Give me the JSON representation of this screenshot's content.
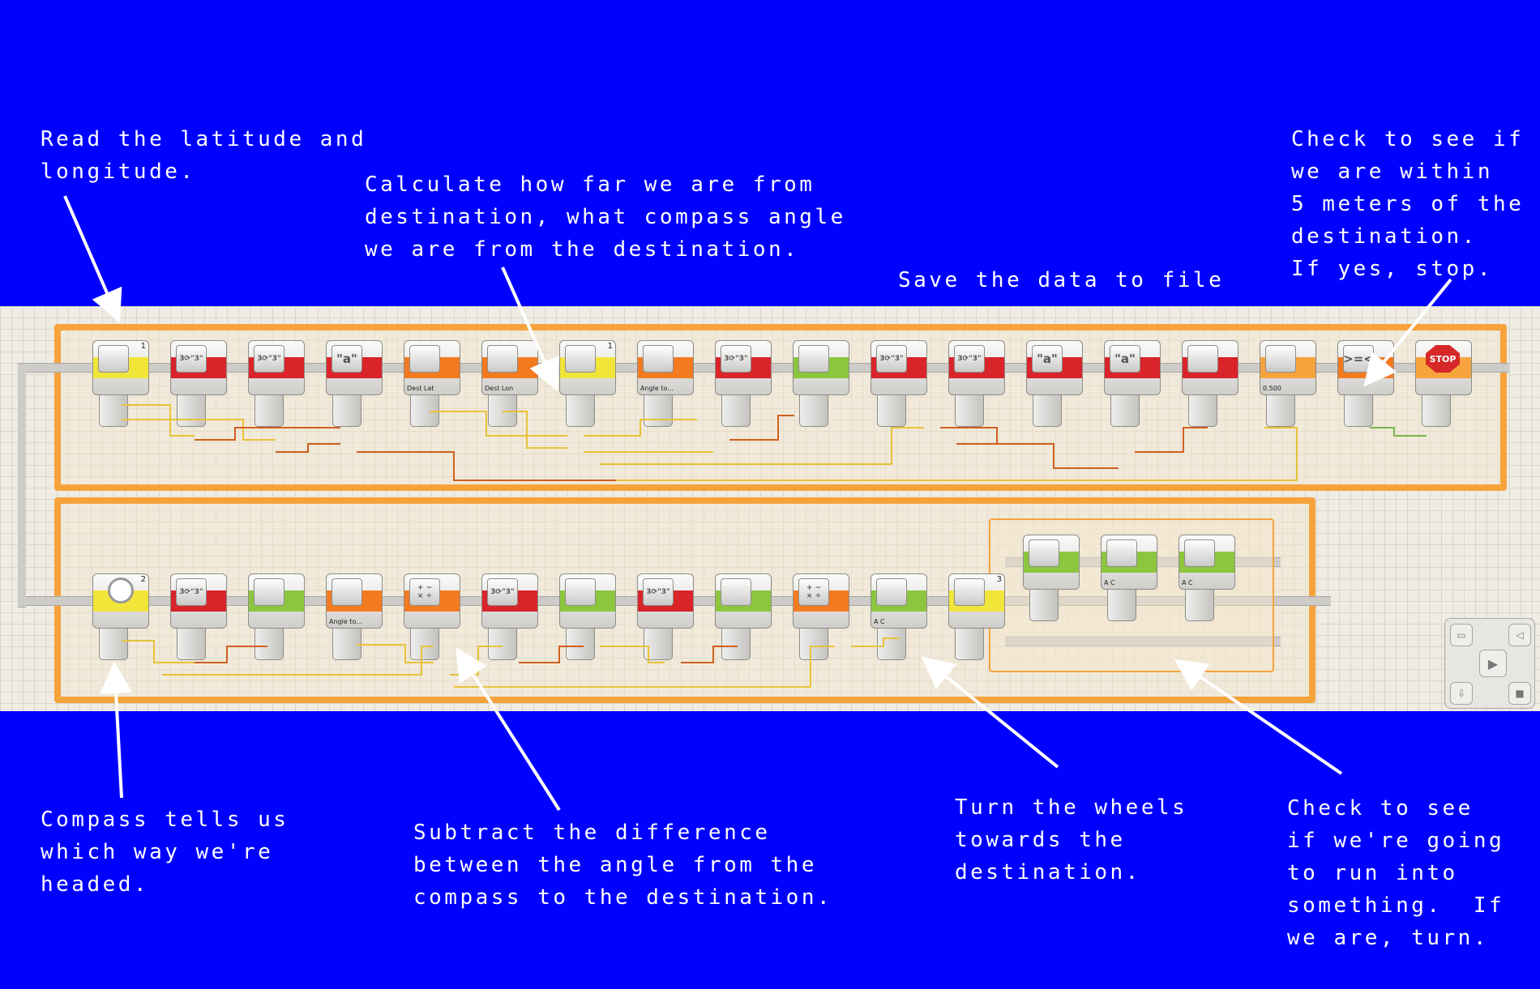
{
  "annotations": {
    "read_lat_lon": "Read the latitude and\nlongitude.",
    "calculate": "Calculate how far we are from\ndestination, what compass angle\nwe are from the destination.",
    "save_data": "Save the data to file",
    "check_within": "Check to see if\nwe are within\n5 meters of the\ndestination.\nIf yes, stop.",
    "compass": "Compass tells us\nwhich way we're\nheaded.",
    "subtract": "Subtract the difference\nbetween the angle from the\ncompass to the destination.",
    "turn_wheels": "Turn the wheels\ntowards the\ndestination.",
    "check_run_into": "Check to see\nif we're going\nto run into\nsomething.  If\nwe are, turn."
  },
  "program": {
    "row1": [
      {
        "type": "gps-sensor",
        "name": "gps-sensor-block",
        "port": "1",
        "color": "#f2e53a"
      },
      {
        "type": "number-to-text",
        "name": "number-to-text-block",
        "icon_text": "3⟳\"3\"",
        "color": "#d9242a"
      },
      {
        "type": "number-to-text",
        "name": "number-to-text-block",
        "icon_text": "3⟳\"3\"",
        "color": "#d9242a"
      },
      {
        "type": "text",
        "name": "text-block",
        "icon_text": "\"a\"",
        "color": "#d9242a"
      },
      {
        "type": "variable",
        "name": "variable-block",
        "label": "Dest Lat",
        "color": "#f47a20"
      },
      {
        "type": "variable",
        "name": "variable-block",
        "label": "Dest Lon",
        "color": "#f47a20"
      },
      {
        "type": "gps-distance",
        "name": "gps-distance-block",
        "port": "1",
        "color": "#f2e53a"
      },
      {
        "type": "variable",
        "name": "variable-block",
        "label": "Angle to...",
        "color": "#f47a20"
      },
      {
        "type": "number-to-text",
        "name": "number-to-text-block",
        "icon_text": "3⟳\"3\"",
        "color": "#d9242a"
      },
      {
        "type": "display",
        "name": "display-block",
        "color": "#8cc63f"
      },
      {
        "type": "number-to-text",
        "name": "number-to-text-block",
        "icon_text": "3⟳\"3\"",
        "color": "#d9242a"
      },
      {
        "type": "number-to-text",
        "name": "number-to-text-block",
        "icon_text": "3⟳\"3\"",
        "color": "#d9242a"
      },
      {
        "type": "text",
        "name": "text-block",
        "icon_text": "\"a\"",
        "color": "#d9242a"
      },
      {
        "type": "text",
        "name": "text-block",
        "icon_text": "\"a\"",
        "color": "#d9242a"
      },
      {
        "type": "file-access",
        "name": "file-access-block",
        "color": "#d9242a"
      },
      {
        "type": "wait",
        "name": "wait-block",
        "label": "0.500",
        "color": "#f6a33c"
      },
      {
        "type": "compare",
        "name": "compare-block",
        "icon_text": ">=<",
        "color": "#f47a20"
      },
      {
        "type": "stop",
        "name": "stop-block",
        "icon_text": "STOP",
        "color": "#f6a33c"
      }
    ],
    "row2": [
      {
        "type": "compass-sensor",
        "name": "compass-sensor-block",
        "port": "2",
        "color": "#f2e53a"
      },
      {
        "type": "number-to-text",
        "name": "number-to-text-block",
        "icon_text": "3⟳\"3\"",
        "color": "#d9242a"
      },
      {
        "type": "display",
        "name": "display-block",
        "color": "#8cc63f"
      },
      {
        "type": "variable",
        "name": "variable-block",
        "label": "Angle to...",
        "color": "#f47a20"
      },
      {
        "type": "math",
        "name": "math-block",
        "icon_text": "+ −\n× ÷",
        "color": "#f47a20"
      },
      {
        "type": "number-to-text",
        "name": "number-to-text-block",
        "icon_text": "3⟳\"3\"",
        "color": "#d9242a"
      },
      {
        "type": "display",
        "name": "display-block",
        "color": "#8cc63f"
      },
      {
        "type": "number-to-text",
        "name": "number-to-text-block",
        "icon_text": "3⟳\"3\"",
        "color": "#d9242a"
      },
      {
        "type": "display",
        "name": "display-block",
        "color": "#8cc63f"
      },
      {
        "type": "math",
        "name": "math-block",
        "icon_text": "+ −\n× ÷",
        "color": "#f47a20"
      },
      {
        "type": "move",
        "name": "move-block",
        "label": "A C",
        "color": "#8cc63f"
      },
      {
        "type": "ultrasonic-switch",
        "name": "ultrasonic-switch-block",
        "port": "3",
        "color": "#f2e53a"
      }
    ],
    "switch_blocks": [
      {
        "type": "sound",
        "name": "sound-block",
        "color": "#8cc63f"
      },
      {
        "type": "move",
        "name": "move-block",
        "label": "A C",
        "color": "#8cc63f"
      },
      {
        "type": "move",
        "name": "move-block",
        "label": "A C",
        "color": "#8cc63f"
      }
    ]
  },
  "colors": {
    "background": "#0000ff",
    "canvas": "#efece4",
    "loop_frame": "#f6a33c",
    "wire_number": "#e8c23a",
    "wire_text": "#d06020",
    "wire_logic": "#7ab648"
  }
}
